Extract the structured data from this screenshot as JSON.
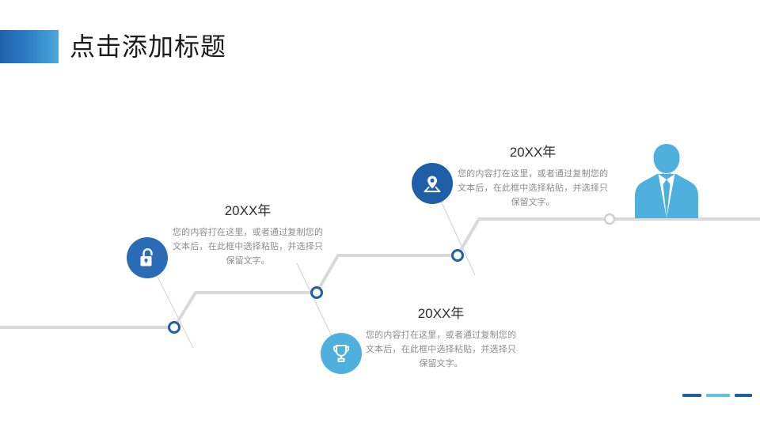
{
  "header": {
    "title": "点击添加标题",
    "accent_bar_from": "#1f63ac",
    "accent_bar_to": "#4aa8dd"
  },
  "theme": {
    "dark_blue": "#1f5fa8",
    "mid_blue": "#2b6cb8",
    "light_blue": "#4fb0de",
    "line_gray": "#d9d9d9",
    "text_gray": "#8c8c8c",
    "heading_gray": "#2e2e2e"
  },
  "timeline": {
    "nodes": [
      {
        "id": "node-1",
        "icon": "lock-icon",
        "icon_color": "#2a6cb5",
        "year": "20XX年",
        "description": "您的内容打在这里，或者通过复制您的文本后，在此框中选择粘贴，并选择只保留文字。",
        "marker_color": "#1f5fa8"
      },
      {
        "id": "node-2",
        "icon": "trophy-icon",
        "icon_color": "#4fb0de",
        "year": "20XX年",
        "description": "您的内容打在这里，或者通过复制您的文本后，在此框中选择粘贴，并选择只保留文字。",
        "marker_color": "#1f5fa8"
      },
      {
        "id": "node-3",
        "icon": "location-pin-icon",
        "icon_color": "#1f5fa8",
        "year": "20XX年",
        "description": "您的内容打在这里，或者通过复制您的文本后，在此框中选择粘贴，并选择只保留文字。",
        "marker_color": "#1f5fa8"
      }
    ],
    "end_marker": {
      "id": "node-end",
      "marker_color": "#cfcfcf"
    }
  },
  "illustration": {
    "name": "businessman-silhouette",
    "color": "#4fb0de"
  },
  "footer": {
    "marks": [
      {
        "color": "#1f5fa8"
      },
      {
        "color": "#5cc4e0"
      },
      {
        "color": "#1f5fa8"
      }
    ]
  }
}
